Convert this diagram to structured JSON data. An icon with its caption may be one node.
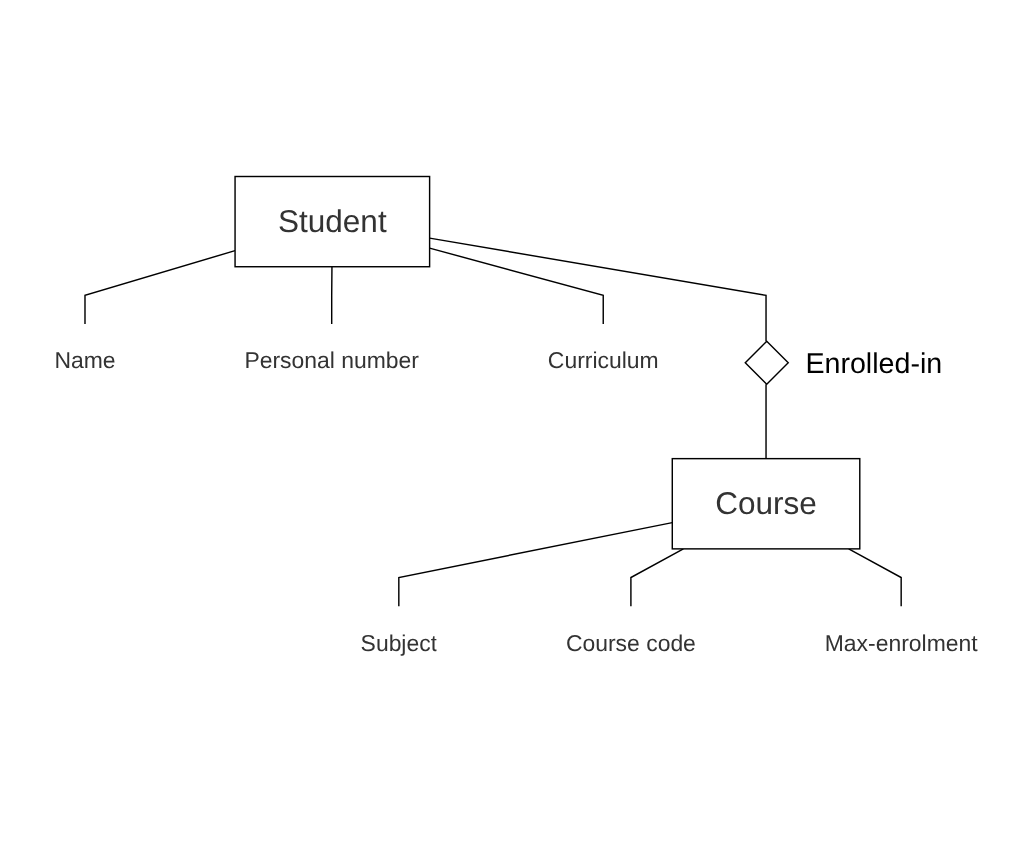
{
  "diagram": {
    "nodes": [
      {
        "text": [
          "Student"
        ]
      },
      {
        "text": [
          "Name"
        ]
      },
      {
        "text": [
          "Personal number"
        ]
      },
      {
        "text": [
          "Curriculum"
        ]
      },
      {
        "text": [],
        "shape": "diamond",
        "beside": [
          "Enrolled-in"
        ]
      },
      {
        "text": [
          "Course"
        ]
      },
      {
        "text": [
          "Subject"
        ]
      },
      {
        "text": [
          "Course code"
        ]
      },
      {
        "text": [
          "Max-enrolment"
        ]
      }
    ],
    "edges": [
      {
        "from": 0,
        "to": 1,
        "arrow": "none"
      },
      {
        "from": 0,
        "to": 2,
        "arrow": "none"
      },
      {
        "from": 0,
        "to": 3,
        "arrow": "none"
      },
      {
        "from": 0,
        "to": 4,
        "arrow": "none"
      },
      {
        "from": 4,
        "to": 5,
        "arrow": "none"
      },
      {
        "from": 5,
        "to": 6,
        "arrow": "none"
      },
      {
        "from": 5,
        "to": 7,
        "arrow": "none"
      },
      {
        "from": 5,
        "to": 8,
        "arrow": "none"
      }
    ]
  }
}
